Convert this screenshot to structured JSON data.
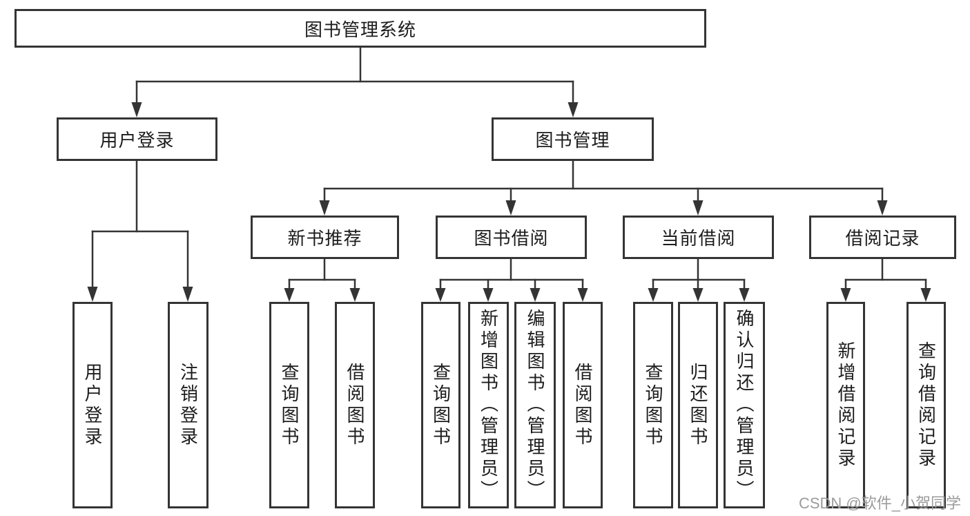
{
  "colors": {
    "background": "#ffffff",
    "line": "#343434",
    "box_border": "#343434",
    "text": "#1c1c1c",
    "watermark": "#9b9b9b"
  },
  "nodes": {
    "root": {
      "label": "图书管理系统"
    },
    "user_login": {
      "label": "用户登录"
    },
    "book_mgmt": {
      "label": "图书管理"
    },
    "new_book_rec": {
      "label": "新书推荐"
    },
    "book_borrow": {
      "label": "图书借阅"
    },
    "current_borrow": {
      "label": "当前借阅"
    },
    "borrow_records": {
      "label": "借阅记录"
    },
    "login": {
      "label": "用户登录"
    },
    "logout": {
      "label": "注销登录"
    },
    "rec_query_book": {
      "label": "查询图书"
    },
    "rec_borrow_book": {
      "label": "借阅图书"
    },
    "bb_query_book": {
      "label": "查询图书"
    },
    "bb_add_book": {
      "label": "新增图书（管理员）"
    },
    "bb_edit_book": {
      "label": "编辑图书（管理员）"
    },
    "bb_borrow_book": {
      "label": "借阅图书"
    },
    "cb_query_book": {
      "label": "查询图书"
    },
    "cb_return_book": {
      "label": "归还图书"
    },
    "cb_confirm_return": {
      "label": "确认归还（管理员）"
    },
    "br_add_record": {
      "label": "新增借阅记录"
    },
    "br_query_record": {
      "label": "查询借阅记录"
    }
  },
  "watermark": {
    "text": "CSDN @软件_小贺同学"
  }
}
